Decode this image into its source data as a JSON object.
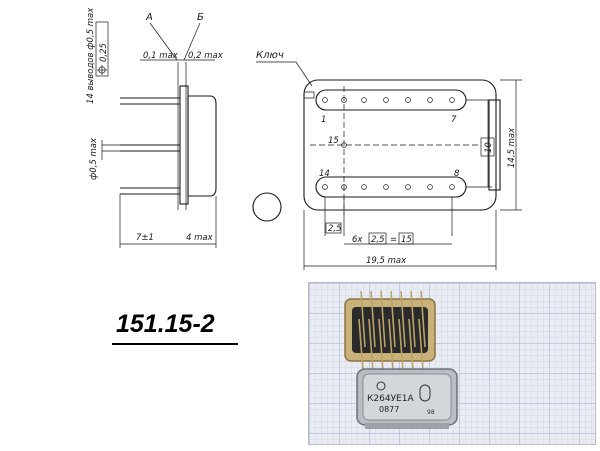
{
  "title": "151.15-2",
  "drawing": {
    "side_view": {
      "lead_spec": "14 выводов ф0,5 max",
      "position_tol": "0,25",
      "label_a": "А",
      "label_b": "Б",
      "dim_a": "0,1 max",
      "dim_b": "0,2 max",
      "lead_dia": "ф0,5 max",
      "lead_len": "7±1",
      "body_h": "4 max"
    },
    "top_view": {
      "key_label": "Ключ",
      "pin_1": "1",
      "pin_7": "7",
      "pin_15": "15",
      "pin_14": "14",
      "pin_8": "8",
      "row_spacing": "10",
      "height": "14,5 max",
      "width": "19,5 max",
      "pitch_ref": "2,5",
      "pitch_mult": "6х",
      "pitch": "2,5",
      "pitch_total": "15"
    }
  },
  "photo": {
    "chip_marking_line1": "К264УЕ1А",
    "chip_marking_line2": "0877",
    "chip_marking_code": "98"
  }
}
